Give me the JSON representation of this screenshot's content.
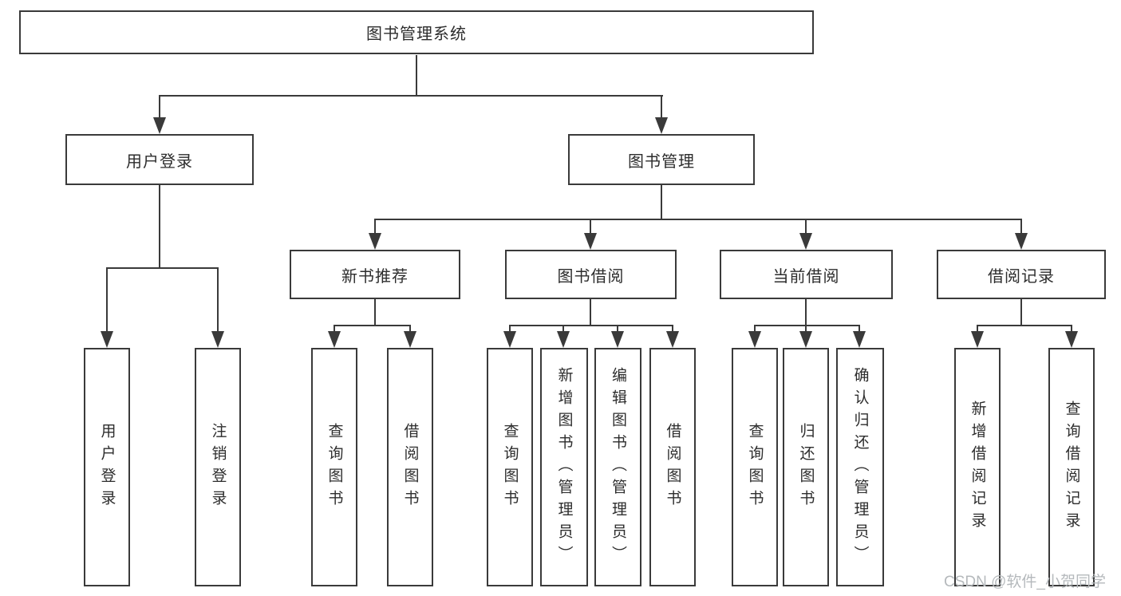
{
  "title": {
    "label": "图书管理系统"
  },
  "branches": [
    {
      "label": "用户登录"
    },
    {
      "label": "图书管理"
    }
  ],
  "modules": [
    {
      "label": "新书推荐"
    },
    {
      "label": "图书借阅"
    },
    {
      "label": "当前借阅"
    },
    {
      "label": "借阅记录"
    }
  ],
  "functions": [
    {
      "label": "用户登录"
    },
    {
      "label": "注销登录"
    },
    {
      "label": "查询图书"
    },
    {
      "label": "借阅图书"
    },
    {
      "label": "查询图书"
    },
    {
      "label": "新增图书（管理员）"
    },
    {
      "label": "编辑图书（管理员）"
    },
    {
      "label": "借阅图书"
    },
    {
      "label": "查询图书"
    },
    {
      "label": "归还图书"
    },
    {
      "label": "确认归还（管理员）"
    },
    {
      "label": "新增借阅记录"
    },
    {
      "label": "查询借阅记录"
    }
  ],
  "watermark": {
    "label": "CSDN @软件_小贺同学"
  },
  "colors": {
    "line": "#3a3a3a",
    "text": "#2d2d2d",
    "watermark": "#b5b9bc",
    "background": "#ffffff"
  }
}
